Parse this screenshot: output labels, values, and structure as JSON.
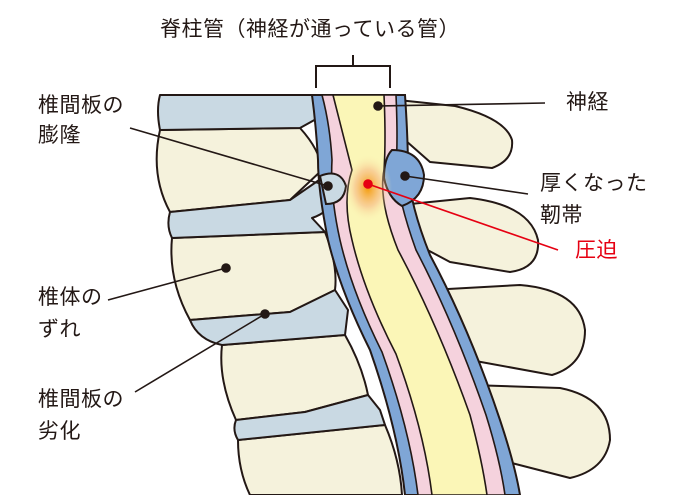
{
  "title": "脊柱管（神経が通っている管）",
  "labels": {
    "disc_bulge_1": "椎間板の",
    "disc_bulge_2": "膨隆",
    "nerve": "神経",
    "ligament_1": "厚くなった",
    "ligament_2": "靭帯",
    "compression": "圧迫",
    "slip_1": "椎体の",
    "slip_2": "ずれ",
    "degeneration_1": "椎間板の",
    "degeneration_2": "劣化"
  },
  "colors": {
    "outline": "#231815",
    "bone": "#f5f2dc",
    "disc": "#c9d9e3",
    "canal_blue": "#7fa6d6",
    "canal_pink": "#f5d2dd",
    "nerve": "#fbf6b7",
    "compression": "#e60012"
  }
}
